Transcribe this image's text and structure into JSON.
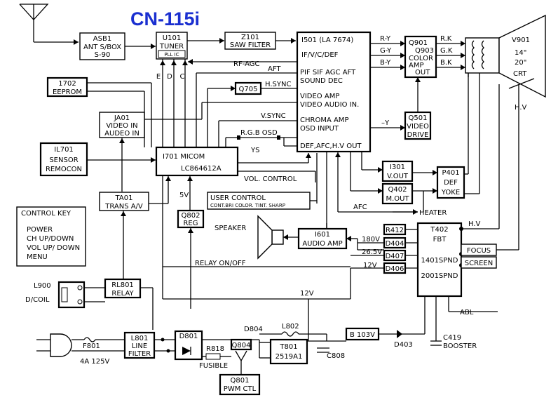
{
  "title": "CN-115i",
  "blocks": {
    "asb1": [
      "ASB1",
      "ANT S/BOX",
      "S-90"
    ],
    "tuner": [
      "U101",
      "TUNER",
      "PLL   IC"
    ],
    "tuner_pins": [
      "E",
      "D",
      "C"
    ],
    "saw": [
      "Z101",
      "SAW FILTER"
    ],
    "ic501": [
      "I501 (LA 7674)",
      "IF/V/C/DEF",
      "PIF SIF AGC AFT",
      "SOUND DEC",
      "VIDEO AMP",
      "VIDEO AUDIO IN.",
      "CHROMA AMP",
      "OSD INPUT",
      "DEF,AFC,H.V OUT"
    ],
    "eeprom": [
      "1702",
      "EEPROM"
    ],
    "q705": "Q705",
    "ja01": [
      "JA01",
      "VIDEO IN",
      "AUDEO IN"
    ],
    "il701": [
      "IL701",
      "SENSOR",
      "REMOCON"
    ],
    "micom": [
      "I701  MICOM",
      "LC864612A"
    ],
    "ta01": [
      "TA01",
      "TRANS A/V"
    ],
    "control_key": [
      "CONTROL KEY",
      "POWER",
      "CH UP/DOWN",
      "VOL UP/ DOWN",
      "MENU"
    ],
    "q802": [
      "Q802",
      "REG"
    ],
    "user_control": [
      "USER CONTROL",
      "CONT.BRI COLOR. TINT. SHARP"
    ],
    "speaker": "SPEAKER",
    "i601": [
      "I601",
      "AUDIO AMP"
    ],
    "rl801": [
      "RL801",
      "RELAY"
    ],
    "l900": [
      "L900",
      "D/COIL"
    ],
    "l801": [
      "L801",
      "LINE",
      "FILTER"
    ],
    "d801": "D801",
    "q804": "Q804",
    "q801": [
      "Q801",
      "PWM CTL"
    ],
    "t801": [
      "T801",
      "2519A1"
    ],
    "q901": [
      "Q901",
      "Q903",
      "COLOR",
      "AMP",
      "OUT"
    ],
    "q501": [
      "Q501",
      "VIDEO",
      "DRIVE"
    ],
    "v901": [
      "V901",
      "14\"",
      "20\"",
      "CRT"
    ],
    "i301": [
      "I301",
      "V.OUT"
    ],
    "q402": [
      "Q402",
      "M.OUT"
    ],
    "p401": [
      "P401",
      "DEF",
      "YOKE"
    ],
    "t402": [
      "T402",
      "FBT",
      "1401SPND",
      "2001SPND"
    ],
    "r412": "R412",
    "d404": "D404",
    "d407": "D407",
    "d406": "D406",
    "focus": "FOCUS",
    "screen": "SCREEN",
    "b103v": "B 103V"
  },
  "labels": {
    "rf_agc": "RF-AGC",
    "aft": "AFT",
    "h_sync": "H.SYNC",
    "v_sync": "V.SYNC",
    "rgb_osd": "R.G.B  OSD",
    "ys": "YS",
    "vol_control": "VOL. CONTROL",
    "v5": "5V",
    "afc": "AFC",
    "heater": "HEATER",
    "relay_onoff": "RELAY  ON/OFF",
    "v180": "180V",
    "v26_5": "26.5V",
    "v12a": "12V",
    "v12b": "12V",
    "hv_right": "H.V",
    "hv_crt": "H.V",
    "abl": "ABL",
    "ry": "R-Y",
    "gy": "G-Y",
    "by": "B-Y",
    "rk": "R.K",
    "gk": "G.K",
    "bk": "B.K",
    "minus_y": "–Y",
    "f801": "F801",
    "fuse_rating": "4A  125V",
    "r818": "R818",
    "fusible": "FUSIBLE",
    "d804": "D804",
    "l802": "L802",
    "c808": "C808",
    "d403": "D403",
    "c419": "C419",
    "booster": "BOOSTER"
  }
}
